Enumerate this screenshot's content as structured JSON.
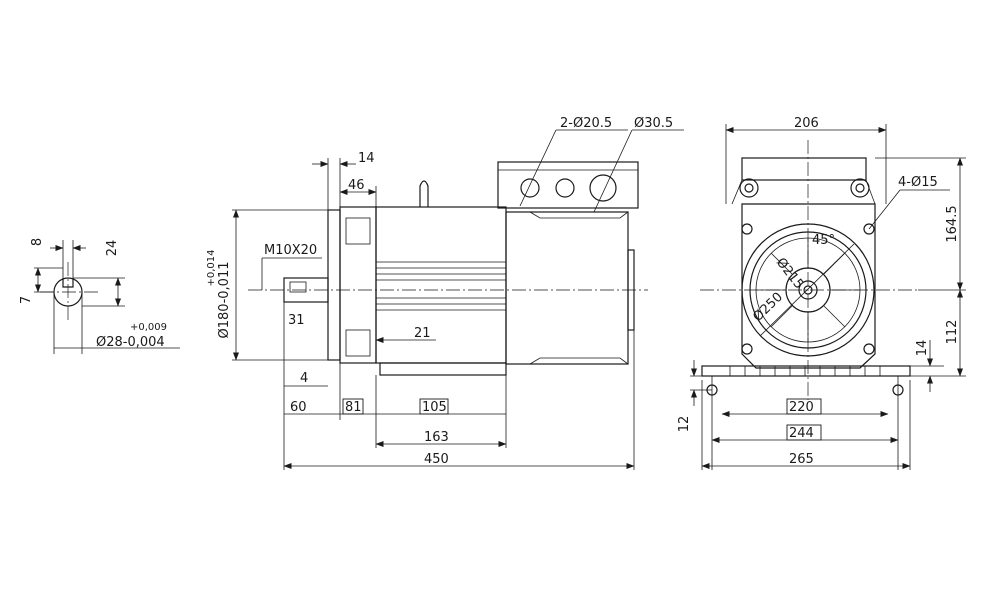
{
  "shaft_section": {
    "dim_width": "8",
    "dim_depth": "24",
    "dim_left": "7",
    "dim_tol_upper": "+0,009",
    "dim_diameter": "Ø28-0,004"
  },
  "side_view": {
    "dim_14": "14",
    "dim_46": "46",
    "dim_thread": "M10X20",
    "dim_flange_tol": "+0,014",
    "dim_flange": "Ø180-0,011",
    "dim_31": "31",
    "dim_21": "21",
    "dim_4": "4",
    "dim_60": "60",
    "dim_81": "81",
    "dim_105": "105",
    "dim_163": "163",
    "dim_450": "450",
    "dim_holes": "2-Ø20.5",
    "dim_hole_big": "Ø30.5"
  },
  "end_view": {
    "dim_206": "206",
    "dim_4x15": "4-Ø15",
    "dim_164_5": "164.5",
    "dim_45deg": "45°",
    "dim_phi215": "Ø215",
    "dim_phi250": "Ø250",
    "dim_112": "112",
    "dim_14": "14",
    "dim_12": "12",
    "dim_220": "220",
    "dim_244": "244",
    "dim_265": "265"
  }
}
